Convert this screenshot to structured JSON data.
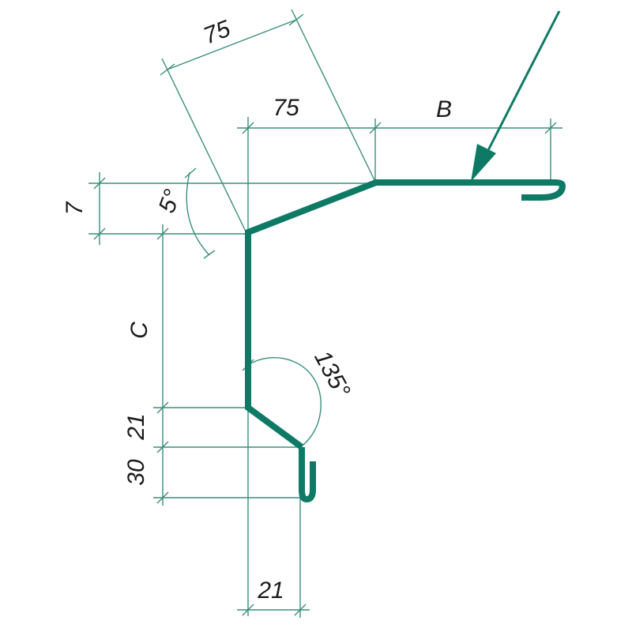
{
  "dimensions": {
    "slope_length": "75",
    "top_horizontal": "75",
    "flange_width": "B",
    "rise_height": "7",
    "slope_angle": "5°",
    "vertical_height": "C",
    "bend_angle": "135°",
    "bend_height": "21",
    "drip_height": "30",
    "bottom_offset": "21"
  },
  "colors": {
    "profile": "#0e7a66",
    "dimension_lines": "#3a8f7c",
    "text": "#1a1a1a"
  }
}
